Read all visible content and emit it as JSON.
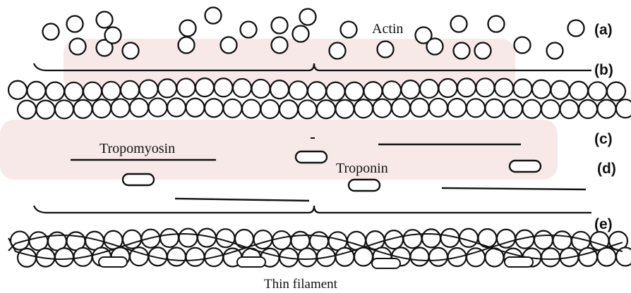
{
  "labels": {
    "actin": "Actin",
    "tropomyosin": "Tropomyosin",
    "troponin": "Troponin",
    "thin_filament": "Thin filament"
  },
  "panel_letters": [
    "(a)",
    "(b)",
    "(c)",
    "(d)",
    "(e)"
  ],
  "colors": {
    "ink": "#111111",
    "watermark": "#f2d7d7",
    "background": "#ffffff"
  }
}
